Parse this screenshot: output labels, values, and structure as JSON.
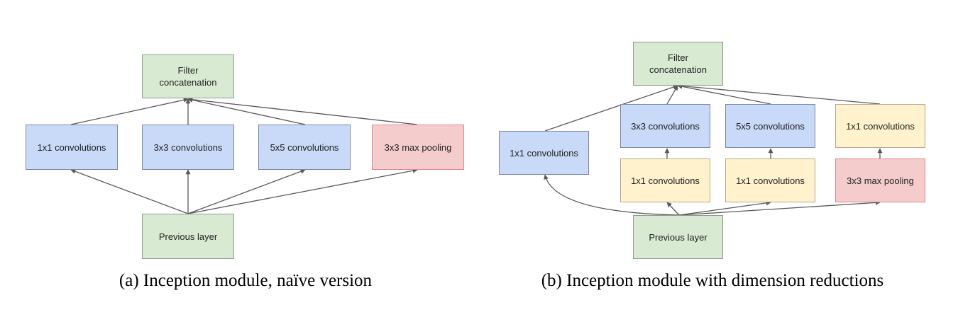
{
  "diagram_a": {
    "filter_concat": "Filter\nconcatenation",
    "conv1x1": "1x1 convolutions",
    "conv3x3": "3x3 convolutions",
    "conv5x5": "5x5 convolutions",
    "maxpool": "3x3 max pooling",
    "previous_layer": "Previous layer",
    "caption": "(a)  Inception module, naïve version"
  },
  "diagram_b": {
    "filter_concat": "Filter\nconcatenation",
    "conv1x1": "1x1 convolutions",
    "conv3x3": "3x3 convolutions",
    "conv5x5": "5x5 convolutions",
    "proj1x1": "1x1 convolutions",
    "reduce3x3": "1x1 convolutions",
    "reduce5x5": "1x1 convolutions",
    "maxpool": "3x3 max pooling",
    "previous_layer": "Previous layer",
    "caption": "(b)  Inception module with dimension reductions"
  },
  "colors": {
    "green": "#d9ead3",
    "blue": "#c9daf8",
    "yellow": "#fff2cc",
    "red": "#f4cccc",
    "arrow": "#595959"
  }
}
